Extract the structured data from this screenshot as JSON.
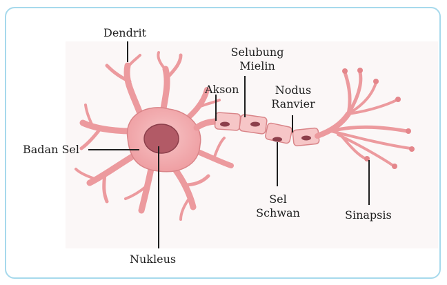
{
  "labels": {
    "dendrit": "Dendrit",
    "selubung_line1": "Selubung",
    "selubung_line2": "Mielin",
    "akson": "Akson",
    "nodus_line1": "Nodus",
    "nodus_line2": "Ranvier",
    "badan_sel": "Badan Sel",
    "sel_line1": "Sel",
    "sel_line2": "Schwan",
    "sinapsis": "Sinapsis",
    "nukleus": "Nukleus"
  },
  "colors": {
    "frame_border": "#a6d9ec",
    "neuron_fill": "#f2a7aa",
    "neuron_stroke": "#d98488",
    "nucleus": "#b25a66",
    "schwann_fill": "#f6c6c7",
    "leader": "#1e1e1e"
  }
}
